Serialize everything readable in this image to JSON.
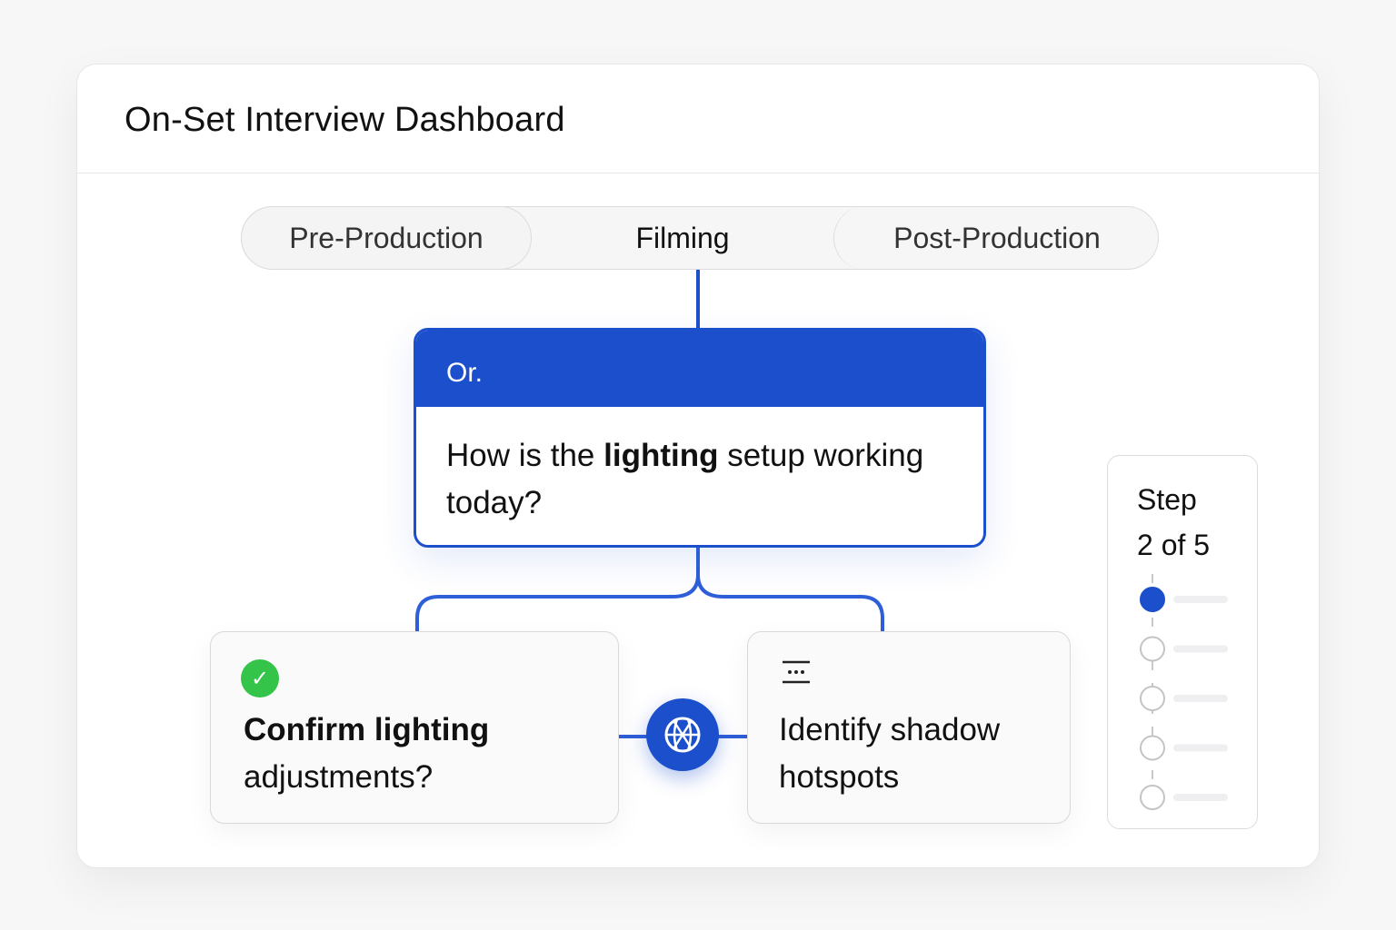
{
  "header": {
    "title": "On-Set Interview Dashboard"
  },
  "tabs": [
    {
      "label": "Pre-Production",
      "active": false
    },
    {
      "label": "Filming",
      "active": true
    },
    {
      "label": "Post-Production",
      "active": false
    }
  ],
  "question": {
    "head": "Or.",
    "pre": "How is the ",
    "bold": "lighting",
    "post": " setup working today?"
  },
  "answers": {
    "left": {
      "bold": "Confirm lighting",
      "rest": "adjustments?",
      "icon": "check-circle-icon"
    },
    "right": {
      "line1": "Identify shadow",
      "line2": "hotspots",
      "icon": "list-dots-icon"
    }
  },
  "hub": {
    "icon": "sphere-grid-icon"
  },
  "steps": {
    "title": "Step",
    "count": "2 of 5",
    "current": 1,
    "total": 5
  },
  "colors": {
    "accent": "#1c4fcc",
    "success": "#35c44a",
    "border": "#dcdcde"
  }
}
